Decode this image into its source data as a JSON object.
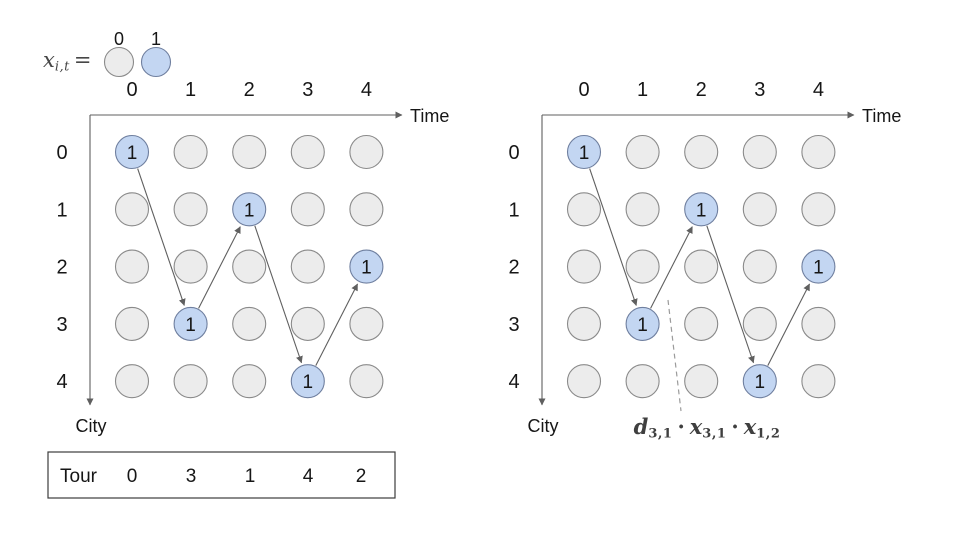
{
  "legend": {
    "variable": "x",
    "subscript": "i,t",
    "equals_sign": "=",
    "off_circle_label": "0",
    "on_circle_label": "1"
  },
  "figure": {
    "time_axis_label": "Time",
    "city_axis_label": "City",
    "time_ticks": [
      "0",
      "1",
      "2",
      "3",
      "4"
    ],
    "city_ticks": [
      "0",
      "1",
      "2",
      "3",
      "4"
    ],
    "active_cell_value": "1",
    "tour_sequence": [
      0,
      3,
      1,
      4,
      2
    ],
    "grid_rows": 5,
    "grid_cols": 5,
    "diagrams": [
      {
        "id": "left-encoding-diagram",
        "has_tour_table": true,
        "has_callout": false
      },
      {
        "id": "right-encoding-diagram",
        "has_tour_table": false,
        "has_callout": true
      }
    ]
  },
  "tour_table": {
    "label": "Tour",
    "values": [
      "0",
      "3",
      "1",
      "4",
      "2"
    ]
  },
  "annotation": {
    "separator": "·",
    "terms": [
      {
        "base": "d",
        "sub": "3,1"
      },
      {
        "base": "x",
        "sub": "3,1"
      },
      {
        "base": "x",
        "sub": "1,2"
      }
    ]
  },
  "colors": {
    "active_fill": "#c3d6f2",
    "active_stroke": "#6f7f9f",
    "inactive_fill": "#ececec",
    "inactive_stroke": "#8a8a8a",
    "line": "#5f5f5f",
    "dashed_line": "#9b9b9b",
    "text": "#161616",
    "math_text": "#3f3f3f"
  }
}
